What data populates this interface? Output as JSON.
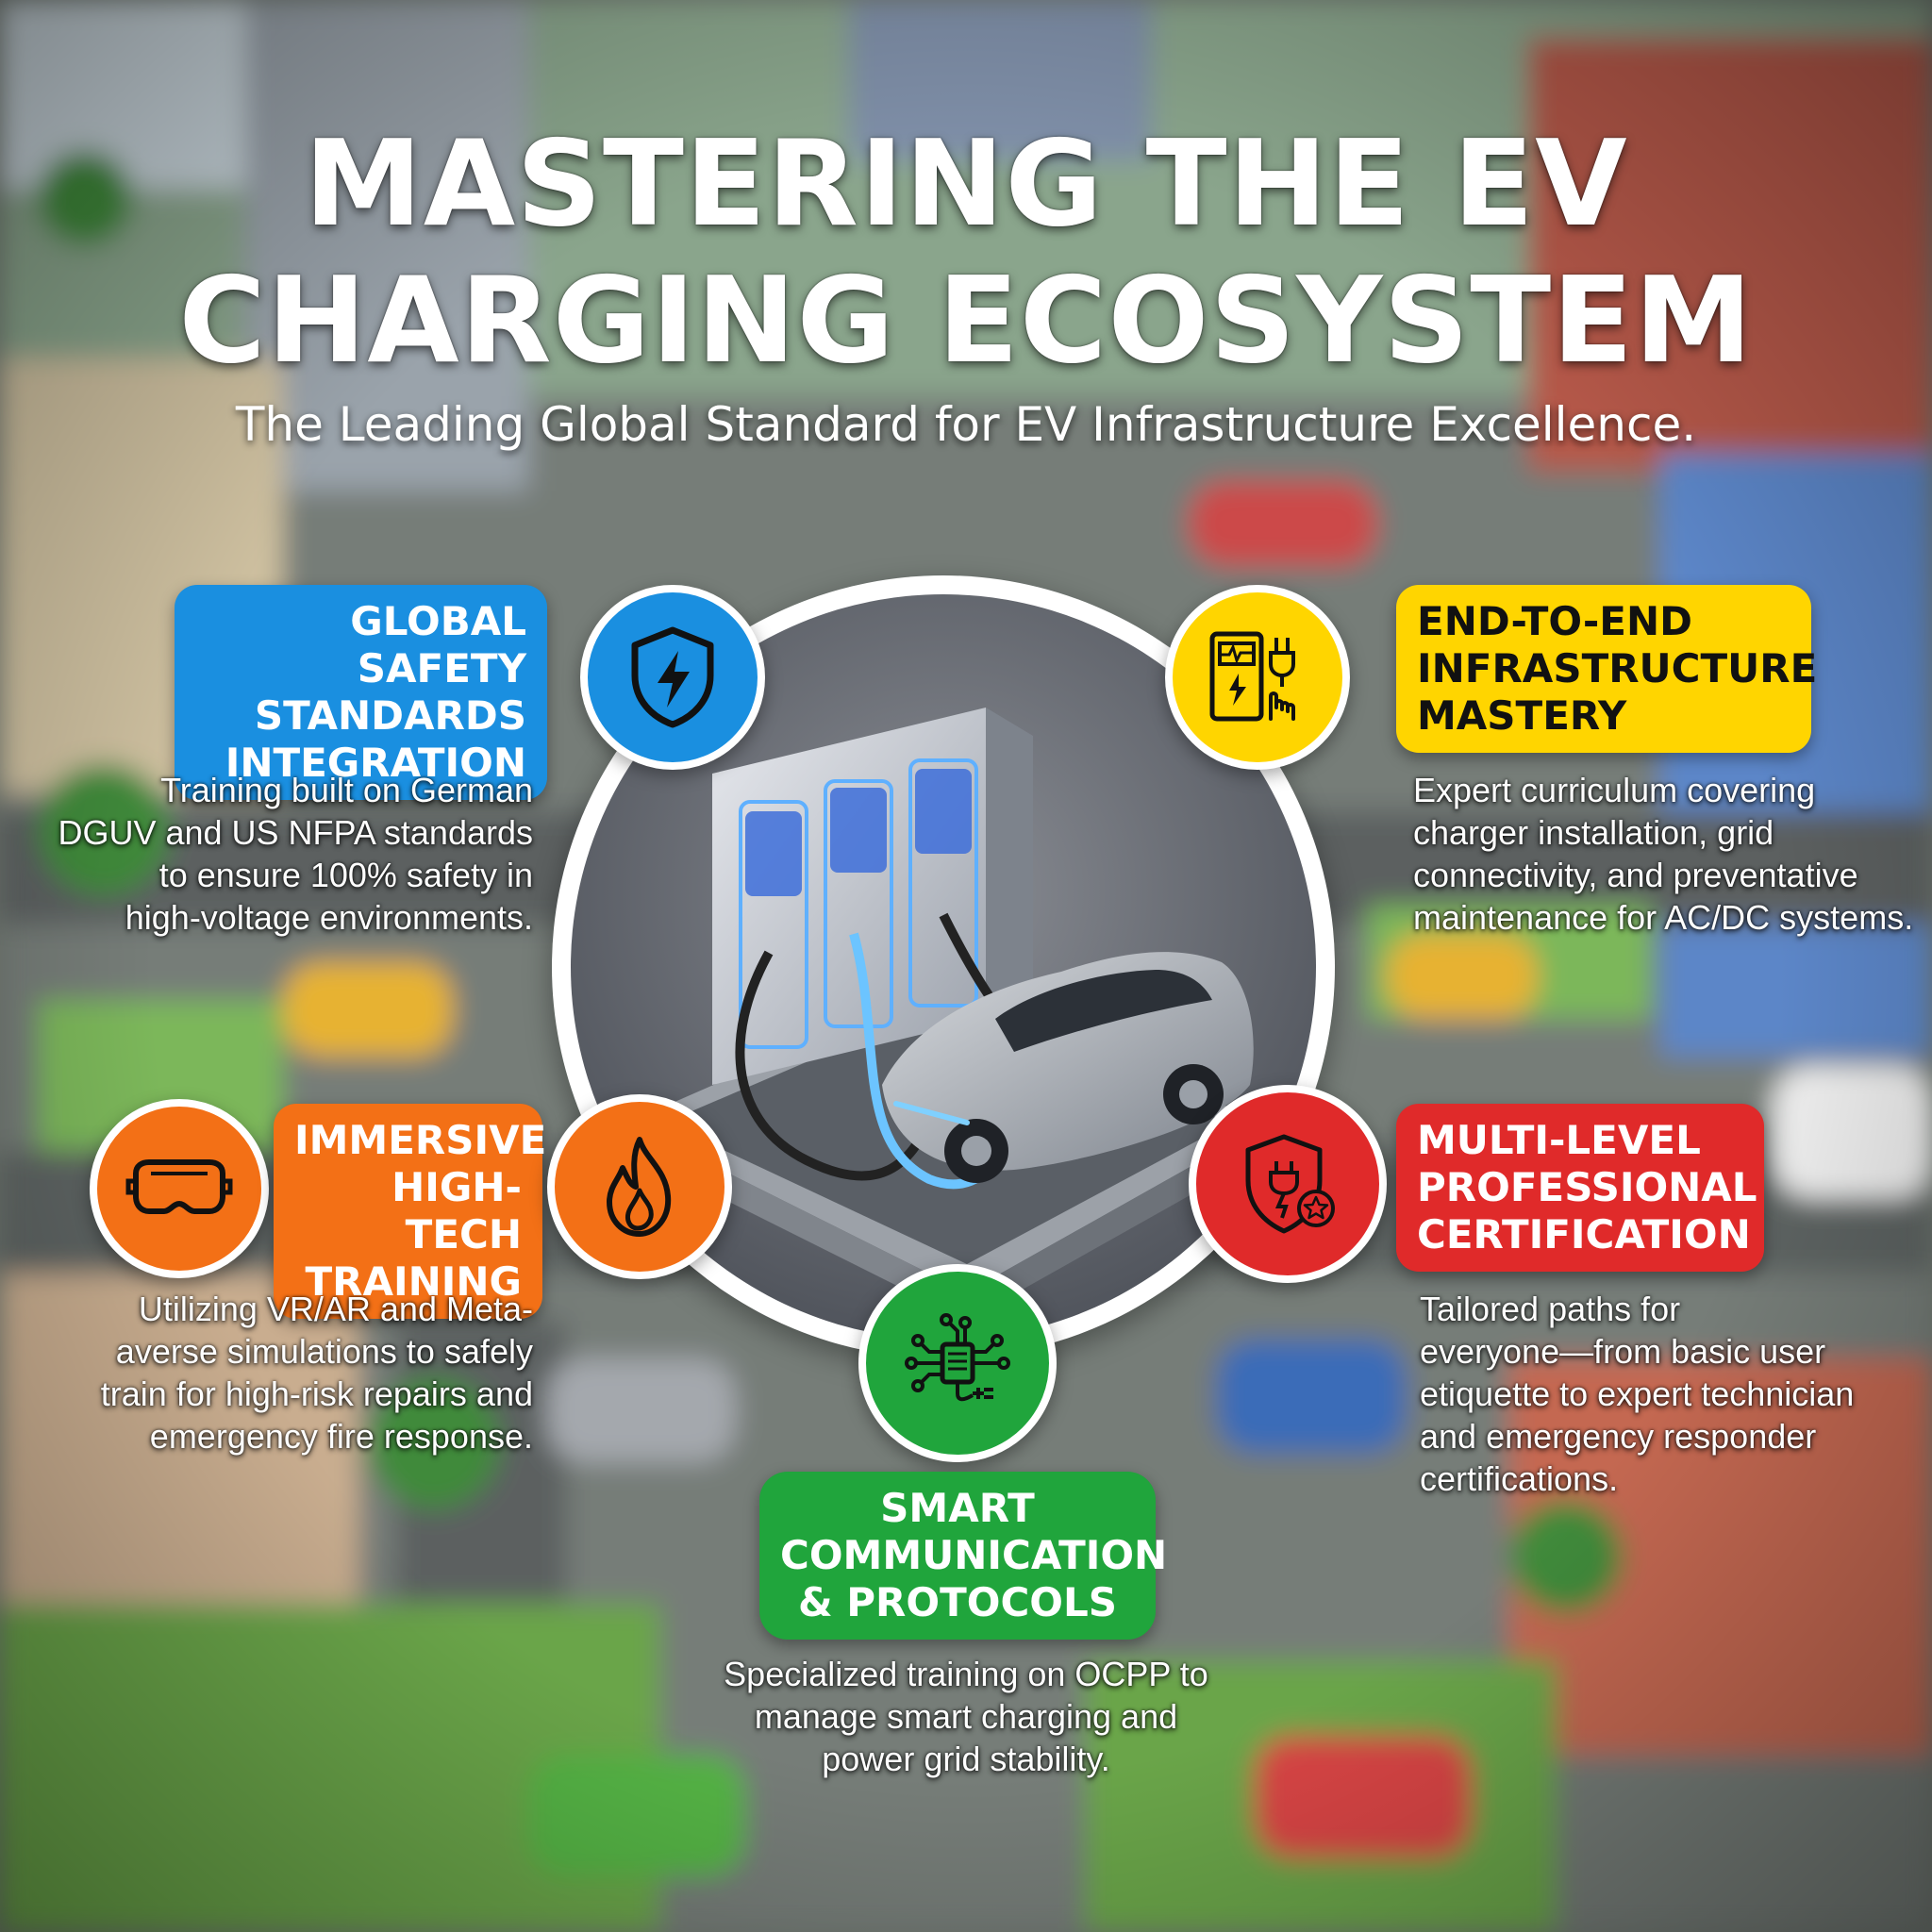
{
  "header": {
    "title_lines": [
      "MASTERING THE EV",
      "CHARGING ECOSYSTEM"
    ],
    "subtitle": "The Leading Global Standard for EV Infrastructure Excellence."
  },
  "colors": {
    "blue": "#1a8fe0",
    "yellow": "#ffd500",
    "orange": "#f37016",
    "red": "#e02a2a",
    "green": "#20a53c"
  },
  "features": {
    "safety": {
      "icon": "shield-bolt-icon",
      "title_lines": [
        "GLOBAL SAFETY",
        "STANDARDS",
        "INTEGRATION"
      ],
      "desc_lines": [
        "Training built on German",
        "DGUV and US NFPA standards",
        "to ensure 100% safety in",
        "high-voltage environments."
      ]
    },
    "infrastructure": {
      "icon": "charging-station-icon",
      "title_lines": [
        "END-TO-END",
        "INFRASTRUCTURE",
        "MASTERY"
      ],
      "desc_lines": [
        "Expert curriculum covering",
        "charger installation, grid",
        "connectivity, and preventative",
        "maintenance for AC/DC systems."
      ]
    },
    "immersive": {
      "icon": "vr-headset-icon",
      "icon_secondary": "fire-icon",
      "title_lines": [
        "IMMERSIVE",
        "HIGH-TECH",
        "TRAINING"
      ],
      "desc_lines": [
        "Utilizing VR/AR and Meta-",
        "averse simulations to safely",
        "train for high-risk repairs and",
        "emergency fire response."
      ]
    },
    "certification": {
      "icon": "shield-plug-star-icon",
      "title_lines": [
        "MULTI-LEVEL",
        "PROFESSIONAL",
        "CERTIFICATION"
      ],
      "desc_lines": [
        "Tailored paths for",
        "everyone—from basic user",
        "etiquette to expert technician",
        "and emergency responder",
        "certifications."
      ]
    },
    "communication": {
      "icon": "circuit-plug-icon",
      "title_lines": [
        "SMART",
        "COMMUNICATION",
        "& PROTOCOLS"
      ],
      "desc_lines": [
        "Specialized training on OCPP to",
        "manage smart charging and",
        "power grid stability."
      ]
    }
  }
}
